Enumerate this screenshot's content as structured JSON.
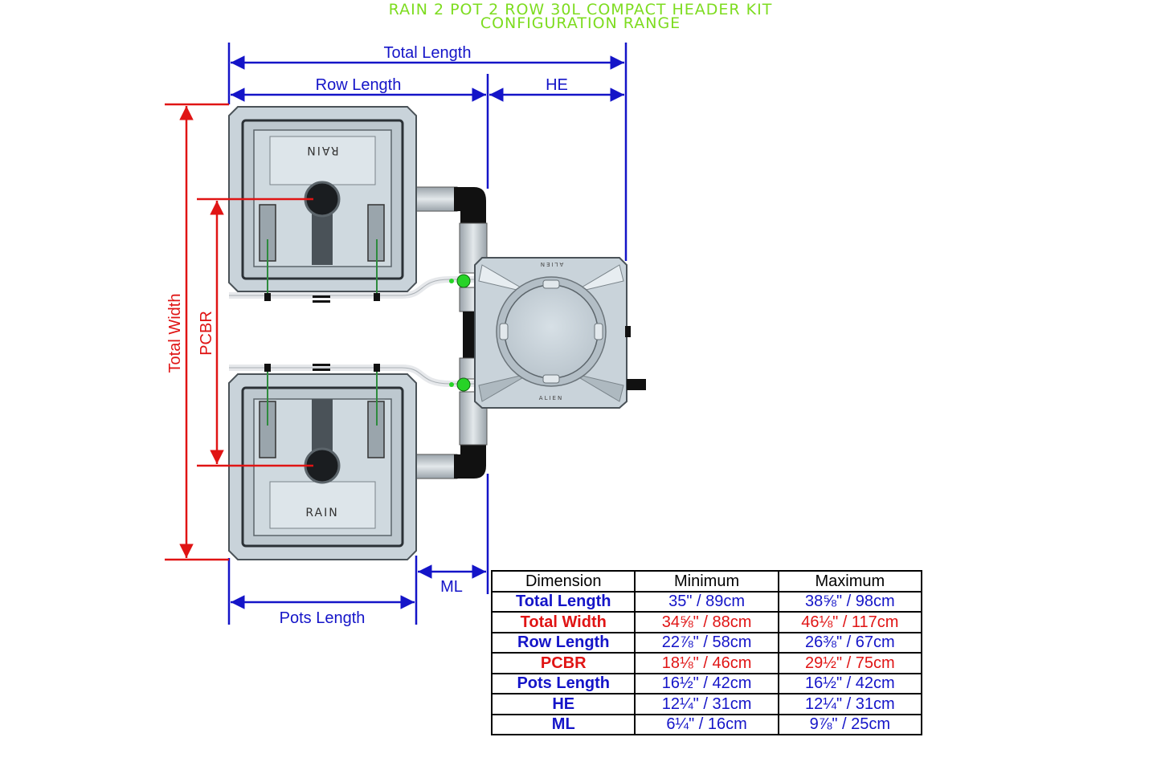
{
  "title": {
    "line1": "RAIN 2 POT 2 ROW 30L COMPACT HEADER KIT",
    "line2": "CONFIGURATION RANGE"
  },
  "labels": {
    "total_length": "Total Length",
    "row_length": "Row Length",
    "he": "HE",
    "total_width": "Total Width",
    "pcbr": "PCBR",
    "ml": "ML",
    "pots_length": "Pots Length"
  },
  "pot_logo": {
    "top_pot": "RAIN",
    "bottom_pot": "RAIN"
  },
  "header_logo": {
    "top": "ALIEN",
    "bottom": "ALIEN"
  },
  "colors": {
    "blue": "#1414c8",
    "red": "#e01414",
    "title_green": "#7ddc1f",
    "pot_fill": "#c9d3da",
    "pipe": "#bfc6cc"
  },
  "table": {
    "headers": [
      "Dimension",
      "Minimum",
      "Maximum"
    ],
    "rows": [
      {
        "name": "Total Length",
        "min": "35\" / 89cm",
        "max": "38⅝\" / 98cm",
        "color": "blue"
      },
      {
        "name": "Total Width",
        "min": "34⅝\" / 88cm",
        "max": "46⅛\" / 117cm",
        "color": "red"
      },
      {
        "name": "Row Length",
        "min": "22⅞\" / 58cm",
        "max": "26⅜\" / 67cm",
        "color": "blue"
      },
      {
        "name": "PCBR",
        "min": "18⅛\" / 46cm",
        "max": "29½\" / 75cm",
        "color": "red"
      },
      {
        "name": "Pots Length",
        "min": "16½\" / 42cm",
        "max": "16½\" / 42cm",
        "color": "blue"
      },
      {
        "name": "HE",
        "min": "12¼\" / 31cm",
        "max": "12¼\" / 31cm",
        "color": "blue"
      },
      {
        "name": "ML",
        "min": "6¼\" / 16cm",
        "max": "9⅞\" / 25cm",
        "color": "blue"
      }
    ]
  }
}
